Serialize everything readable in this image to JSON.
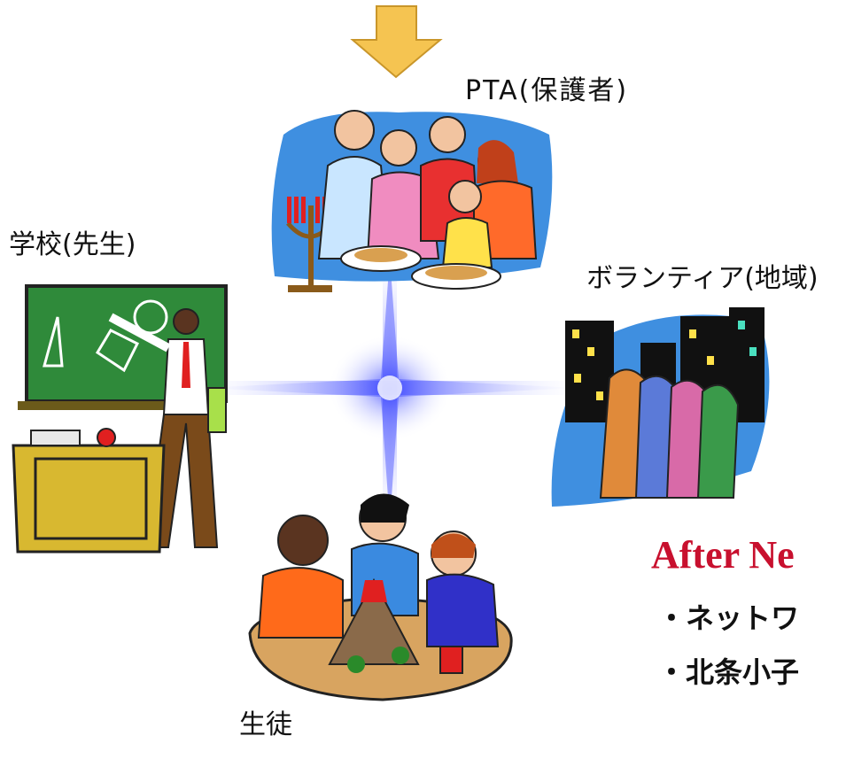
{
  "labels": {
    "pta": "PTA(保護者)",
    "school": "学校(先生)",
    "volunteer": "ボランティア(地域)",
    "student": "生徒"
  },
  "after_section": {
    "title": "After Ne",
    "bullets": [
      "・ネットワ",
      "・北条小子"
    ]
  },
  "colors": {
    "arrow": "#f5c451",
    "arrow_border": "#c9962a",
    "star": "#4d57ff",
    "title": "#c8102e"
  },
  "icons": [
    "down-arrow-icon",
    "family-clipart",
    "teacher-clipart",
    "city-people-clipart",
    "students-volcano-clipart",
    "center-star-icon"
  ]
}
